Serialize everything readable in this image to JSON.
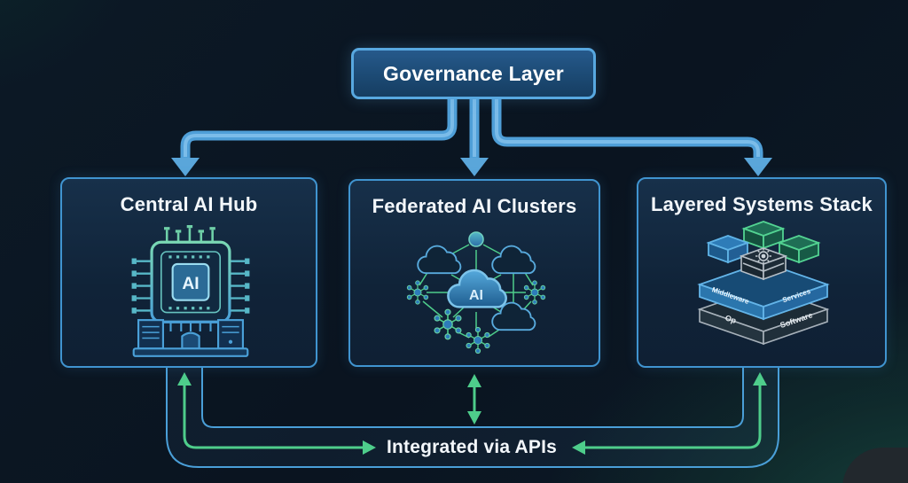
{
  "title": "AI Governance Architecture Diagram",
  "colors": {
    "background": "#0b1724",
    "accent_blue": "#4f9fd8",
    "box_border_blue": "#4094d0",
    "governance_fill": "#1d4c75",
    "governance_border": "#58a8e0",
    "green_accent": "#4ecd8b",
    "teal_glow": "#14423a",
    "box_fill": "#112539",
    "text": "#f3f7fb"
  },
  "governance": {
    "label": "Governance Layer"
  },
  "nodes": [
    {
      "id": "central-ai-hub",
      "label": "Central AI Hub",
      "icon": "ai-chip-icon",
      "icon_text": "AI"
    },
    {
      "id": "federated-ai-clusters",
      "label": "Federated AI Clusters",
      "icon": "cloud-network-icon",
      "icon_text": "AI"
    },
    {
      "id": "layered-systems-stack",
      "label": "Layered Systems Stack",
      "icon": "isometric-stack-icon",
      "layers": {
        "middleware": "Middleware",
        "services": "Services",
        "op": "Op",
        "software": "Software"
      }
    }
  ],
  "integration": {
    "label": "Integrated via APIs"
  }
}
